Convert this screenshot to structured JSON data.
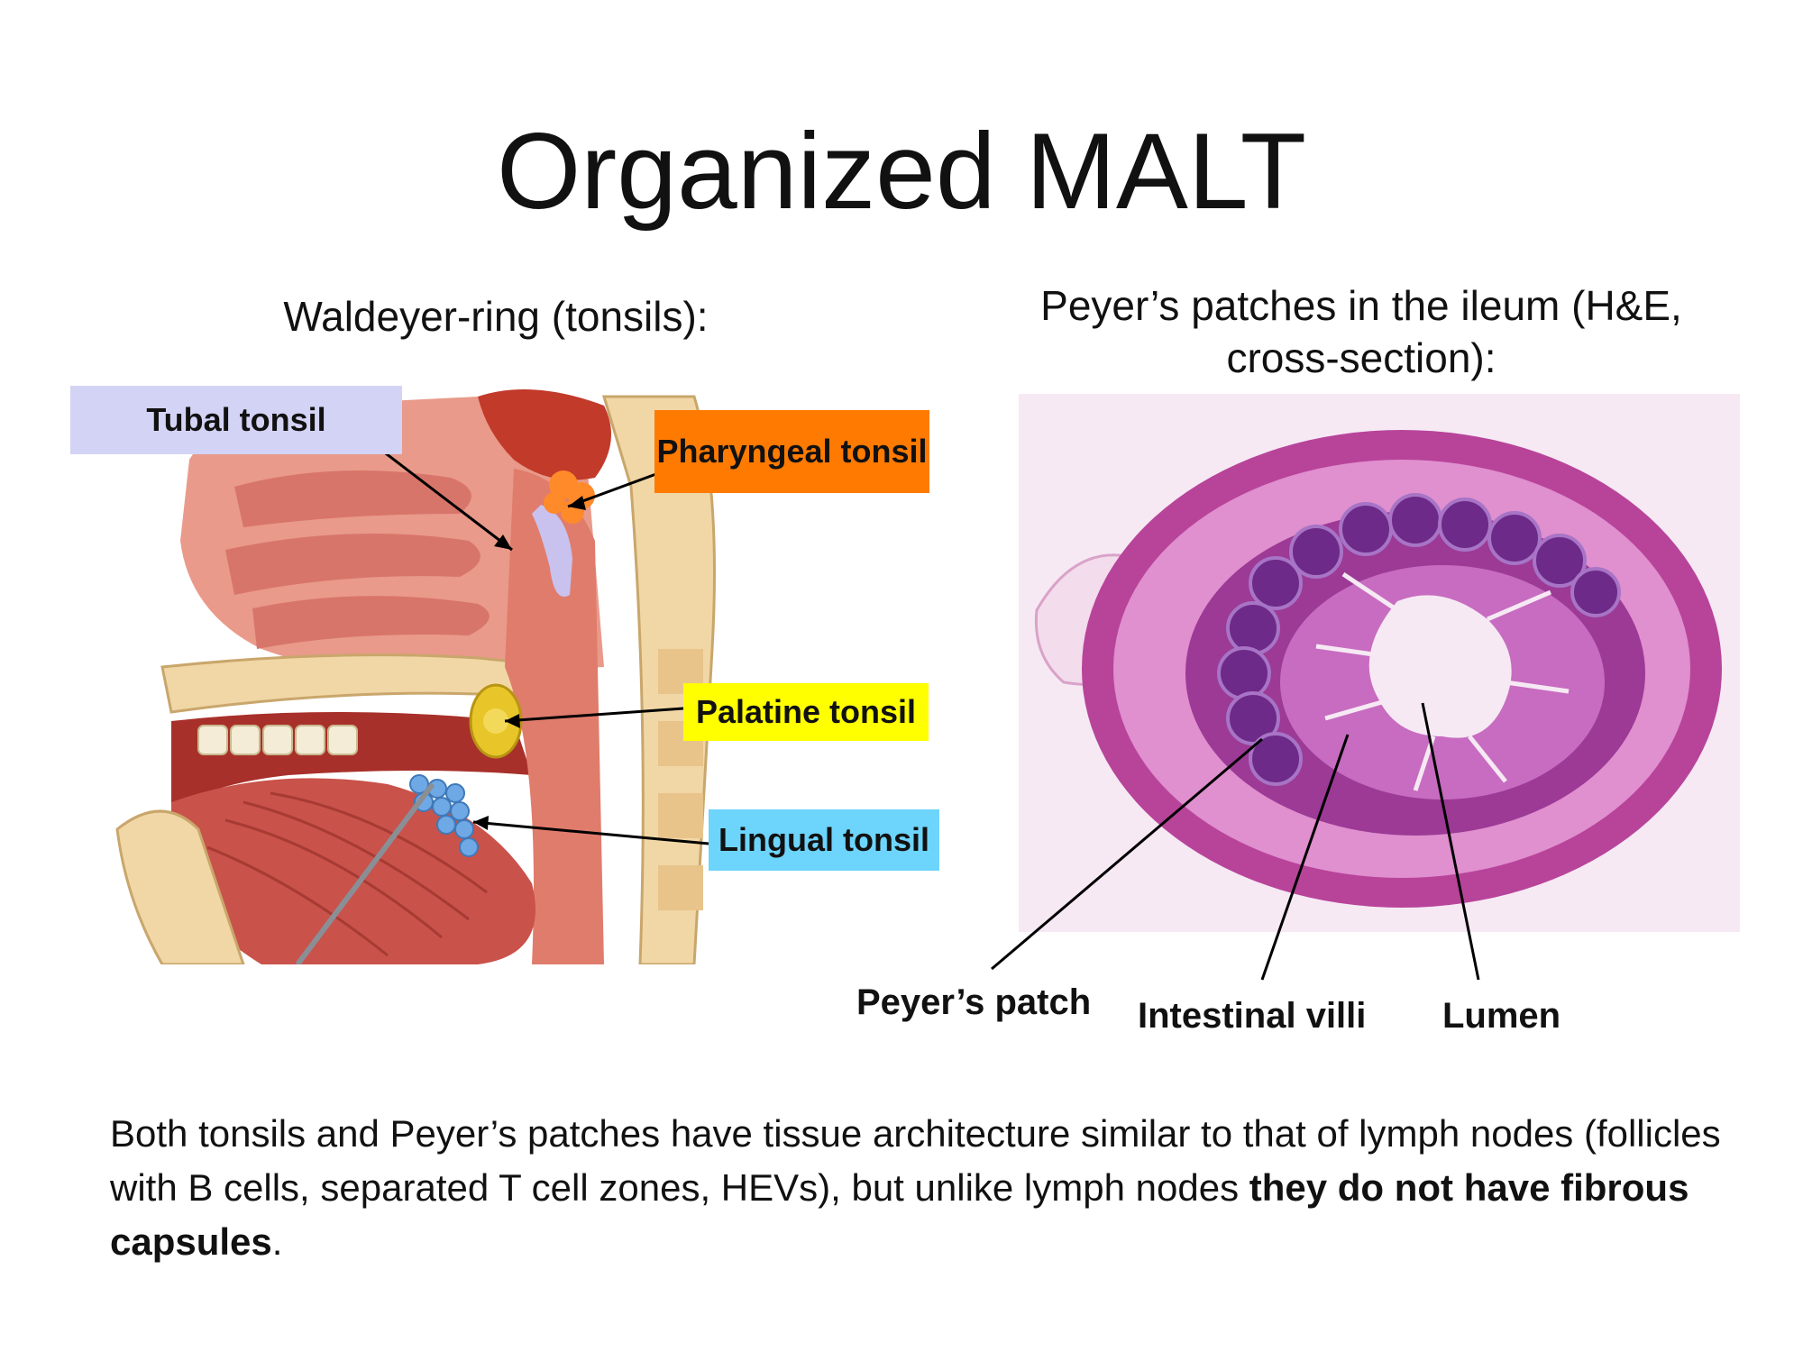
{
  "slide": {
    "title": "Organized MALT",
    "left_caption": "Waldeyer-ring (tonsils):",
    "right_caption": "Peyer’s patches in the ileum (H&E, cross-section):"
  },
  "tonsil_figure": {
    "labels": {
      "tubal": "Tubal tonsil",
      "pharyngeal": "Pharyngeal tonsil",
      "palatine": "Palatine tonsil",
      "lingual": "Lingual tonsil"
    },
    "label_colors": {
      "tubal": "#d3d3f5",
      "pharyngeal": "#ff7a00",
      "palatine": "#ffff00",
      "lingual": "#6dd4fb"
    }
  },
  "ileum_figure": {
    "labels": {
      "peyer": "Peyer’s patch",
      "villi": "Intestinal villi",
      "lumen": "Lumen"
    }
  },
  "summary": {
    "text_regular": "Both tonsils and Peyer’s patches have tissue architecture similar to that of lymph nodes (follicles with B cells, separated T cell zones, HEVs), but unlike lymph nodes ",
    "text_bold": "they do not have fibrous capsules",
    "text_end": "."
  }
}
